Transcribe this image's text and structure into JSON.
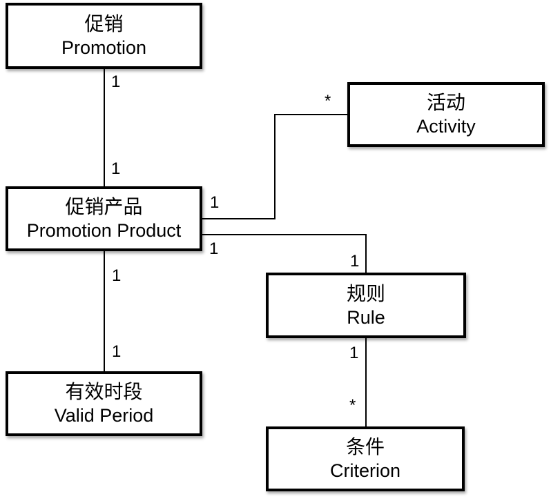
{
  "diagram": {
    "colors": {
      "background": "#ffffff",
      "node_fill": "#ffffff",
      "node_border": "#000000",
      "line": "#000000",
      "text": "#000000"
    },
    "nodes": [
      {
        "id": "promotion",
        "zh": "促销",
        "en": "Promotion"
      },
      {
        "id": "activity",
        "zh": "活动",
        "en": "Activity"
      },
      {
        "id": "promotion-product",
        "zh": "促销产品",
        "en": "Promotion Product"
      },
      {
        "id": "rule",
        "zh": "规则",
        "en": "Rule"
      },
      {
        "id": "valid-period",
        "zh": "有效时段",
        "en": "Valid Period"
      },
      {
        "id": "criterion",
        "zh": "条件",
        "en": "Criterion"
      }
    ],
    "edges": [
      {
        "from": "promotion",
        "to": "promotion-product",
        "from_label": "1",
        "to_label": "1"
      },
      {
        "from": "promotion-product",
        "to": "activity",
        "from_label": "1",
        "to_label": "*"
      },
      {
        "from": "promotion-product",
        "to": "rule",
        "from_label": "1",
        "to_label": "1"
      },
      {
        "from": "promotion-product",
        "to": "valid-period",
        "from_label": "1",
        "to_label": "1"
      },
      {
        "from": "rule",
        "to": "criterion",
        "from_label": "1",
        "to_label": "*"
      }
    ]
  }
}
